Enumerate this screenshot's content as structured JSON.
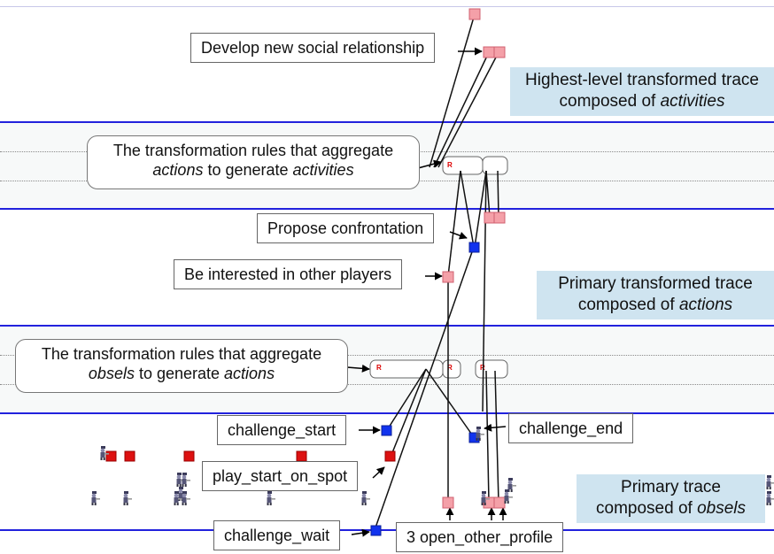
{
  "trace_labels": {
    "highest_line1": "Highest-level transformed trace",
    "highest_line2_prefix": "composed of ",
    "highest_line2_italic": "activities",
    "primary_transformed_line1": "Primary transformed trace",
    "primary_transformed_line2_prefix": "composed of ",
    "primary_transformed_line2_italic": "actions",
    "primary_line1": "Primary trace",
    "primary_line2_prefix": "composed of ",
    "primary_line2_italic": "obsels"
  },
  "rule_labels": {
    "activities_line1": "The transformation rules that aggregate",
    "activities_line2_italic_a": "actions",
    "activities_line2_mid": " to generate ",
    "activities_line2_italic_b": "activities",
    "actions_line1": "The transformation rules that aggregate",
    "actions_line2_italic_a": "obsels",
    "actions_line2_mid": " to generate ",
    "actions_line2_italic_b": "actions"
  },
  "labels": {
    "develop": "Develop new social relationship",
    "propose": "Propose confrontation",
    "interested": "Be interested in other players",
    "challenge_start": "challenge_start",
    "challenge_end": "challenge_end",
    "play_start": "play_start_on_spot",
    "challenge_wait": "challenge_wait",
    "open_profile": "3 open_other_profile"
  },
  "rule_marker": "R",
  "colors": {
    "trace_line": "#2222dd",
    "label_background": "#cfe4f0",
    "activity_obsel": "#f4a0a8",
    "action_obsel": "#1133ee",
    "primary_obsel": "#dd1111",
    "rule_marker": "#dd0000"
  }
}
